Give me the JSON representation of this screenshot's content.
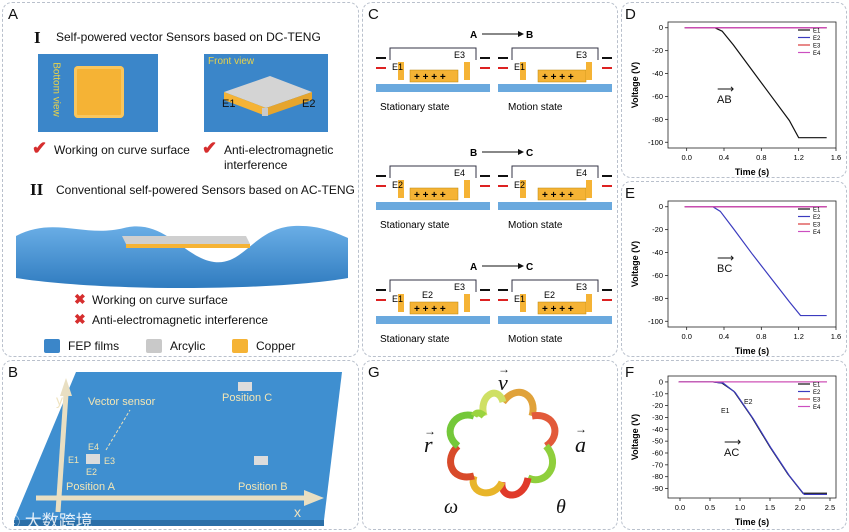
{
  "panel_a": {
    "label": "A",
    "section1_numeral": "I",
    "section1_title": "Self-powered vector Sensors based on DC-TENG",
    "bottom_view": "Bottom view",
    "front_view": "Front view",
    "e1": "E1",
    "e2": "E2",
    "check1": "Working on curve surface",
    "check2a": "Anti-electromagnetic",
    "check2b": "interference",
    "section2_numeral": "II",
    "section2_title": "Conventional self-powered Sensors based on AC-TENG",
    "cross1": "Working on curve surface",
    "cross2": "Anti-electromagnetic interference",
    "legend": [
      "FEP films",
      "Arcylic",
      "Copper"
    ]
  },
  "panel_b": {
    "label": "B",
    "y_axis": "y",
    "x_axis": "x",
    "vector_sensor": "Vector sensor",
    "position_a": "Position A",
    "position_b": "Position B",
    "position_c": "Position C",
    "e1": "E1",
    "e2": "E2",
    "e3": "E3",
    "e4": "E4"
  },
  "panel_c": {
    "label": "C",
    "rows": [
      {
        "from": "A",
        "to": "B",
        "left_e": "E1",
        "right_e": "E3",
        "state_left": "Stationary state",
        "state_right": "Motion  state"
      },
      {
        "from": "B",
        "to": "C",
        "left_e": "E2",
        "right_e": "E4",
        "state_left": "Stationary state",
        "state_right": "Motion  state"
      },
      {
        "from": "A",
        "to": "C",
        "left_e": "E1",
        "mid_e": "E2",
        "right_e": "E3",
        "state_left": "Stationary state",
        "state_right": "Motion  state"
      }
    ]
  },
  "panel_g": {
    "label": "G",
    "symbols": {
      "v": "v",
      "r": "r",
      "a": "a",
      "omega": "ω",
      "theta": "θ"
    }
  },
  "charts": {
    "D": {
      "label": "D",
      "annotation": "AB"
    },
    "E": {
      "label": "E",
      "annotation": "BC"
    },
    "F": {
      "label": "F",
      "annotation": "AC",
      "note_e1": "E1",
      "note_e2": "E2"
    }
  },
  "chart_data": [
    {
      "panel": "D",
      "type": "line",
      "xlabel": "Time (s)",
      "ylabel": "Voltage (V)",
      "xlim": [
        -0.2,
        1.6
      ],
      "ylim": [
        -105,
        5
      ],
      "xticks": [
        "0.0",
        "0.4",
        "0.8",
        "1.2",
        "1.6"
      ],
      "yticks": [
        "0",
        "-20",
        "-40",
        "-60",
        "-80",
        "-100"
      ],
      "legend": "top-right",
      "series": [
        {
          "name": "E1",
          "color": "#111111",
          "x": [
            -0.02,
            0.3,
            0.38,
            0.5,
            0.7,
            0.9,
            1.1,
            1.2,
            1.5
          ],
          "y": [
            0,
            0,
            -3,
            -15,
            -37,
            -59,
            -81,
            -96,
            -96
          ]
        },
        {
          "name": "E2",
          "color": "#3b3bbf",
          "x": [
            -0.02,
            1.5
          ],
          "y": [
            0,
            0
          ]
        },
        {
          "name": "E3",
          "color": "#d83a3a",
          "x": [
            -0.02,
            1.5
          ],
          "y": [
            0,
            0
          ]
        },
        {
          "name": "E4",
          "color": "#cc4fc0",
          "x": [
            -0.02,
            1.5
          ],
          "y": [
            0,
            0
          ]
        }
      ]
    },
    {
      "panel": "E",
      "type": "line",
      "xlabel": "Time (s)",
      "ylabel": "Voltage (V)",
      "xlim": [
        -0.2,
        1.6
      ],
      "ylim": [
        -105,
        5
      ],
      "xticks": [
        "0.0",
        "0.4",
        "0.8",
        "1.2",
        "1.6"
      ],
      "yticks": [
        "0",
        "-20",
        "-40",
        "-60",
        "-80",
        "-100"
      ],
      "legend": "top-right",
      "series": [
        {
          "name": "E1",
          "color": "#111111",
          "x": [
            -0.02,
            1.5
          ],
          "y": [
            0,
            0
          ]
        },
        {
          "name": "E2",
          "color": "#3b3bbf",
          "x": [
            -0.02,
            0.28,
            0.36,
            0.5,
            0.7,
            0.9,
            1.1,
            1.22,
            1.5
          ],
          "y": [
            0,
            0,
            -4,
            -19,
            -41,
            -62,
            -83,
            -95,
            -95
          ]
        },
        {
          "name": "E3",
          "color": "#d83a3a",
          "x": [
            -0.02,
            1.5
          ],
          "y": [
            0,
            0
          ]
        },
        {
          "name": "E4",
          "color": "#cc4fc0",
          "x": [
            -0.02,
            1.5
          ],
          "y": [
            0,
            0
          ]
        }
      ]
    },
    {
      "panel": "F",
      "type": "line",
      "xlabel": "Time (s)",
      "ylabel": "Voltage (V)",
      "xlim": [
        -0.2,
        2.6
      ],
      "ylim": [
        -98,
        5
      ],
      "xticks": [
        "0.0",
        "0.5",
        "1.0",
        "1.5",
        "2.0",
        "2.5"
      ],
      "yticks": [
        "0",
        "-10",
        "-20",
        "-30",
        "-40",
        "-50",
        "-60",
        "-70",
        "-80",
        "-90"
      ],
      "legend": "top-right",
      "series": [
        {
          "name": "E1",
          "color": "#111111",
          "x": [
            -0.02,
            0.55,
            0.7,
            0.9,
            1.2,
            1.5,
            1.8,
            2.05,
            2.45
          ],
          "y": [
            0,
            0,
            -1,
            -8,
            -30,
            -55,
            -78,
            -94,
            -94
          ]
        },
        {
          "name": "E2",
          "color": "#3b3bbf",
          "x": [
            -0.02,
            0.55,
            0.72,
            0.92,
            1.22,
            1.52,
            1.82,
            2.07,
            2.45
          ],
          "y": [
            0,
            0,
            -1,
            -9,
            -31,
            -56,
            -79,
            -95,
            -95
          ]
        },
        {
          "name": "E3",
          "color": "#d83a3a",
          "x": [
            -0.02,
            2.45
          ],
          "y": [
            0,
            0
          ]
        },
        {
          "name": "E4",
          "color": "#cc4fc0",
          "x": [
            -0.02,
            2.45
          ],
          "y": [
            0,
            0
          ]
        }
      ]
    }
  ],
  "watermark": "大数跨境"
}
